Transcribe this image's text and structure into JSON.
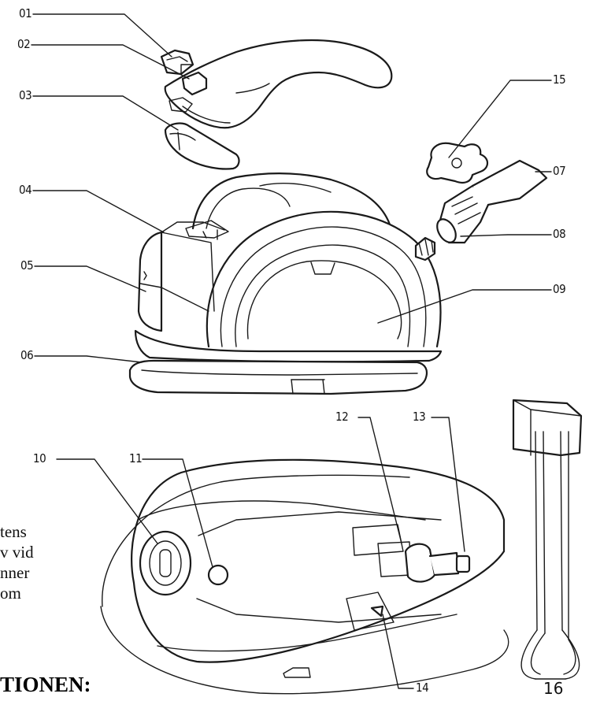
{
  "labels": {
    "l01": "01",
    "l02": "02",
    "l03": "03",
    "l04": "04",
    "l05": "05",
    "l06": "06",
    "l07": "07",
    "l08": "08",
    "l09": "09",
    "l10": "10",
    "l11": "11",
    "l12": "12",
    "l13": "13",
    "l14": "14",
    "l15": "15",
    "l16": "16"
  },
  "side_text": [
    "tens",
    "v vid",
    "nner",
    "om"
  ],
  "heading": "TIONEN:"
}
